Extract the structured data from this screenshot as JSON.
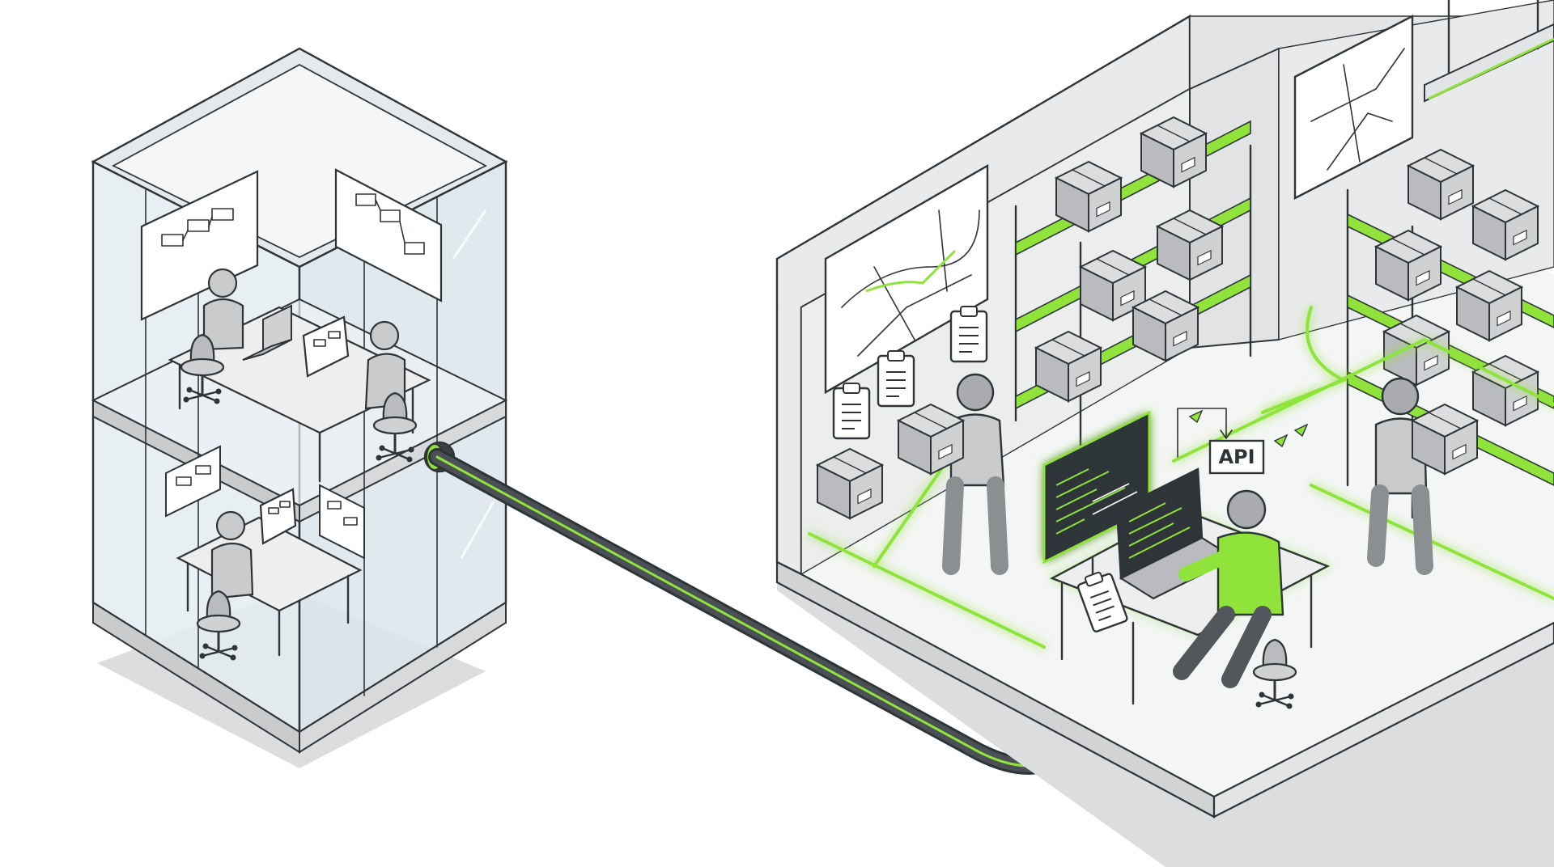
{
  "colors": {
    "accent": "#8fe33b",
    "outline": "#2f3438",
    "wall": "#e9eaeb",
    "floor": "#f4f5f5",
    "box": "#c9cbcd",
    "glass": "#dfe7ec",
    "shadow": "#dcdddf",
    "pipe": "#3b4044"
  },
  "labels": {
    "api": "API"
  },
  "icons": {
    "cable": "pipe-cable",
    "flow": "dataflow-arrows"
  }
}
